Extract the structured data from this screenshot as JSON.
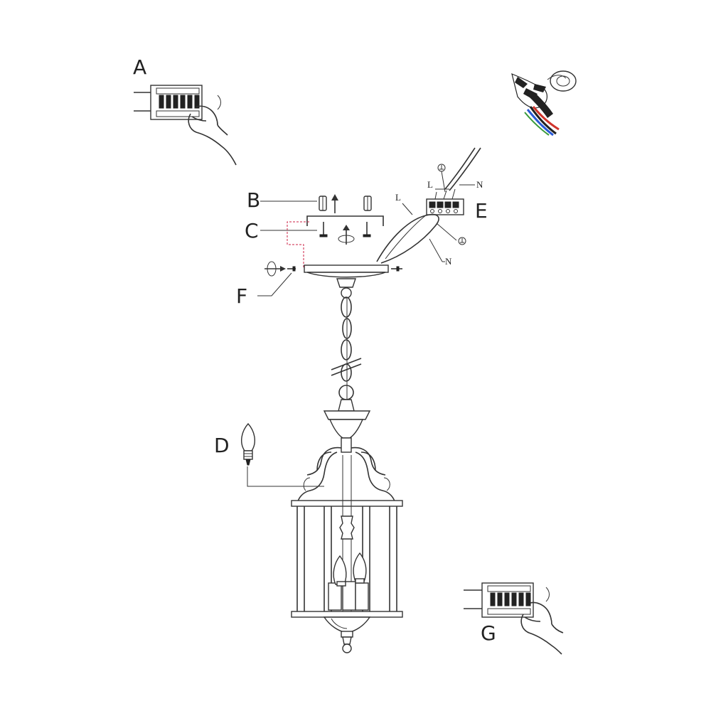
{
  "steps": {
    "a": "A",
    "b": "B",
    "c": "C",
    "d": "D",
    "e": "E",
    "f": "F",
    "g": "G"
  },
  "wires": {
    "live_top": "L",
    "neutral_top": "N",
    "live_side": "L",
    "neutral_side": "N"
  },
  "icons": {
    "earth": "earth-ground-symbol",
    "breaker": "circuit-breaker-panel-icon",
    "tape": "insulating-tape-icon",
    "bulb": "candle-bulb-icon",
    "rotate": "rotate-arrow-icon"
  },
  "colors": {
    "line": "#333333",
    "guide_dashed": "#cc2244",
    "wire_red": "#d0342c",
    "wire_blue": "#2a5bd7",
    "wire_green": "#3a9a3a"
  }
}
